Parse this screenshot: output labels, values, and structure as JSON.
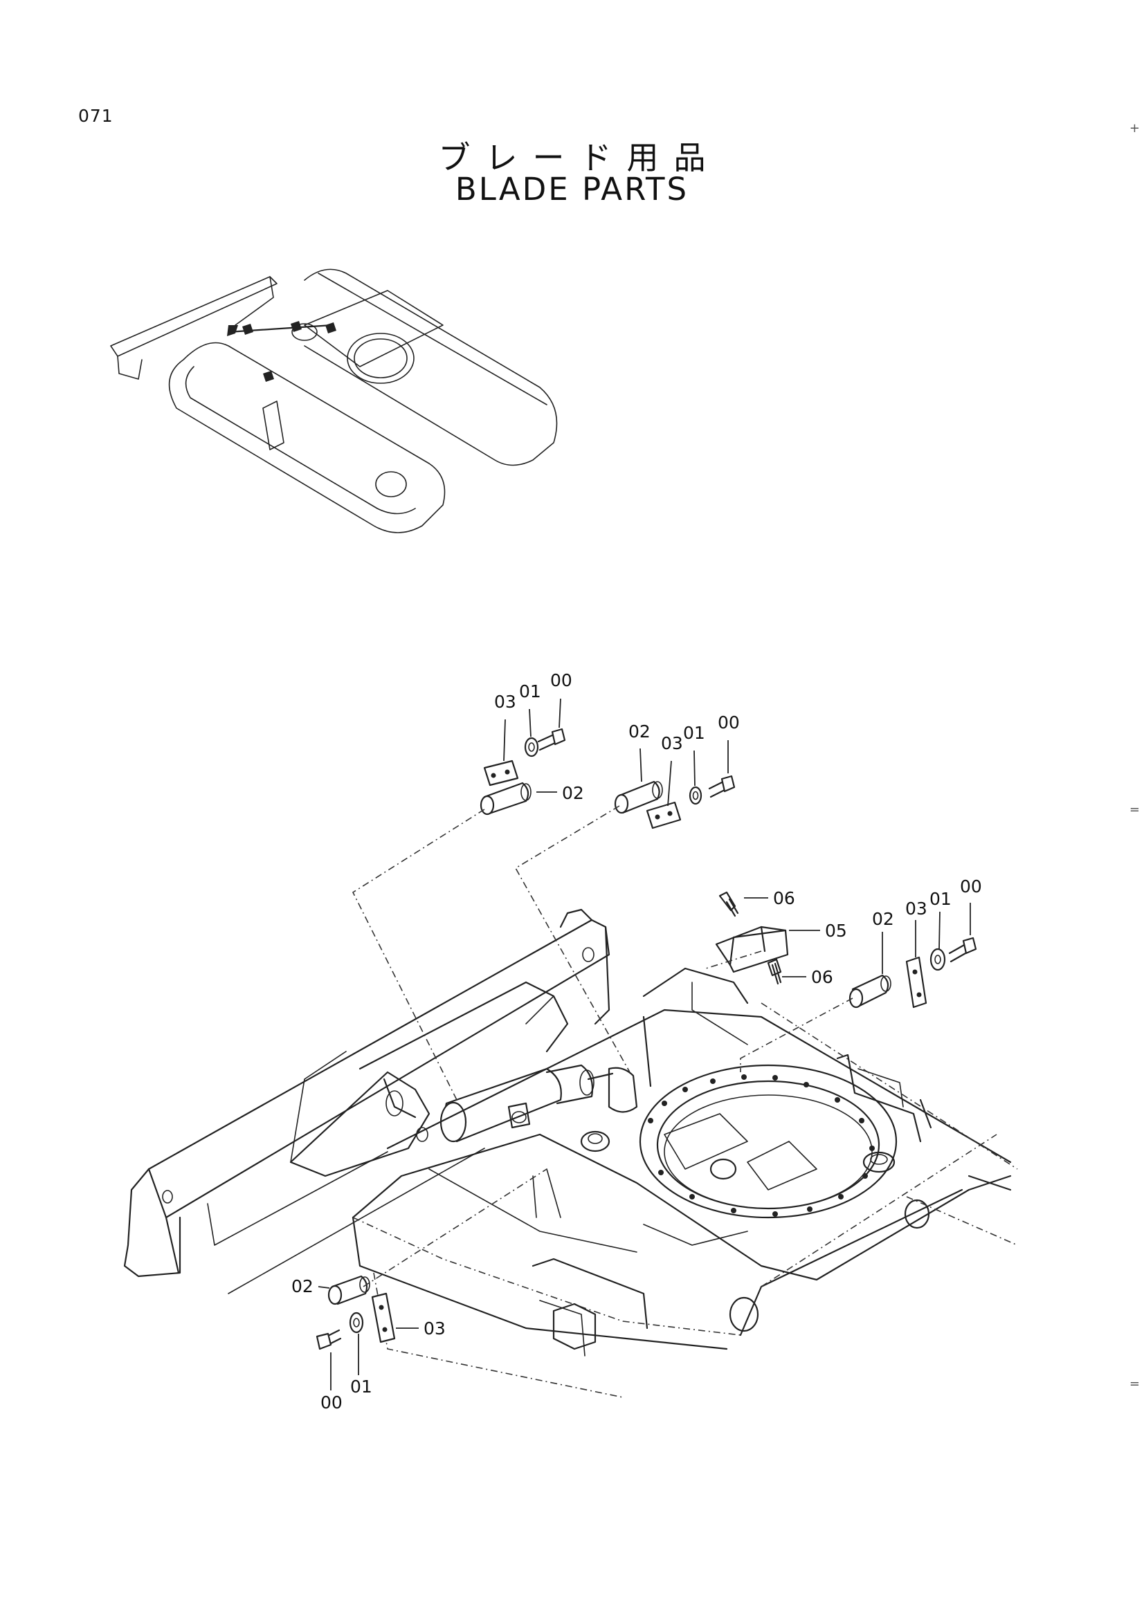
{
  "page": {
    "number": "071"
  },
  "title": {
    "japanese": "ブレード用品",
    "english": "BLADE PARTS"
  },
  "callouts": [
    {
      "id": "g1-03",
      "text": "03"
    },
    {
      "id": "g1-01",
      "text": "01"
    },
    {
      "id": "g1-00",
      "text": "00"
    },
    {
      "id": "g1-02",
      "text": "02"
    },
    {
      "id": "g2-02",
      "text": "02"
    },
    {
      "id": "g2-03",
      "text": "03"
    },
    {
      "id": "g2-01",
      "text": "01"
    },
    {
      "id": "g2-00",
      "text": "00"
    },
    {
      "id": "g3-06a",
      "text": "06"
    },
    {
      "id": "g3-05",
      "text": "05"
    },
    {
      "id": "g3-06b",
      "text": "06"
    },
    {
      "id": "g4-02",
      "text": "02"
    },
    {
      "id": "g4-03",
      "text": "03"
    },
    {
      "id": "g4-01",
      "text": "01"
    },
    {
      "id": "g4-00",
      "text": "00"
    },
    {
      "id": "g5-02",
      "text": "02"
    },
    {
      "id": "g5-03",
      "text": "03"
    },
    {
      "id": "g5-00",
      "text": "00"
    },
    {
      "id": "g5-01",
      "text": "01"
    }
  ]
}
